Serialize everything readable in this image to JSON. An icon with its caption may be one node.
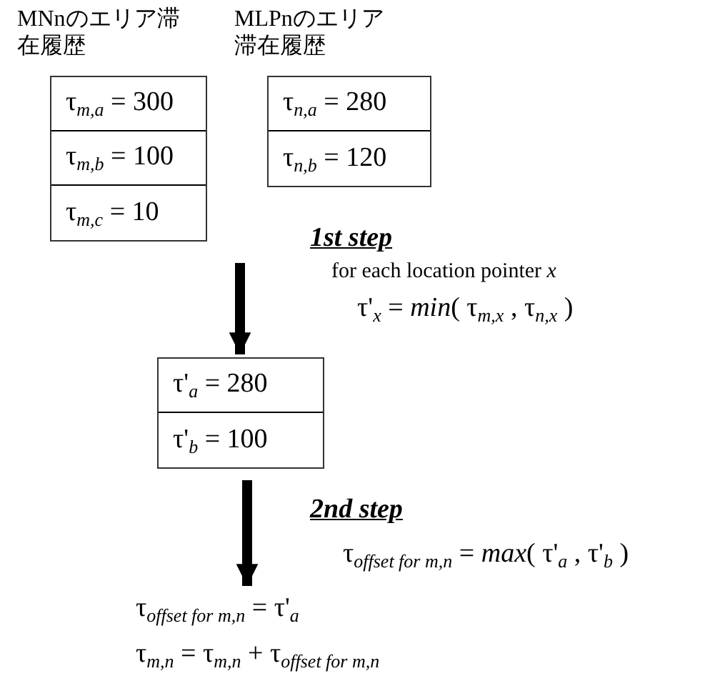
{
  "diagram": {
    "nodes": [
      {
        "text": [
          "MNnのエリア滞在履歴"
        ]
      },
      {
        "text": [
          "τ$_{m,a}$ = 300"
        ],
        "in": 0
      },
      {
        "text": [
          "τ$_{m,b}$ = 100"
        ],
        "in": 0
      },
      {
        "text": [
          "τ$_{m,c}$ = 10"
        ],
        "in": 0
      },
      {
        "text": [
          "MLPnのエリア滞在履歴"
        ]
      },
      {
        "text": [
          "τ$_{n,a}$ = 280"
        ],
        "in": 4
      },
      {
        "text": [
          "τ$_{n,b}$ = 120"
        ],
        "in": 4
      },
      {
        "text": [],
        "shape": "box"
      },
      {
        "text": [
          "τ'$_{a}$ = 280"
        ],
        "in": 7
      },
      {
        "text": [
          "τ'$_{b}$ = 100"
        ],
        "in": 7
      },
      {
        "text": [
          "τ$_{offset for m,n}$ = τ'$_{a}$",
          "τ$_{m,n}$ = τ$_{m,n}$ + τ$_{offset for m,n}$"
        ]
      }
    ],
    "edges": [
      {
        "from": null,
        "to": 7,
        "arrow": "to"
      },
      {
        "from": 7,
        "to": 10,
        "arrow": "to"
      }
    ],
    "labels": [
      "1st step",
      "for each location pointer *x*",
      "τ'$_{x}$ = *min*( τ$_{m,x}$ , τ$_{n,x}$ )",
      "2nd step",
      "τ$_{offset for m,n}$ = *max*( τ'$_{a}$ , τ'$_{b}$ )"
    ]
  }
}
